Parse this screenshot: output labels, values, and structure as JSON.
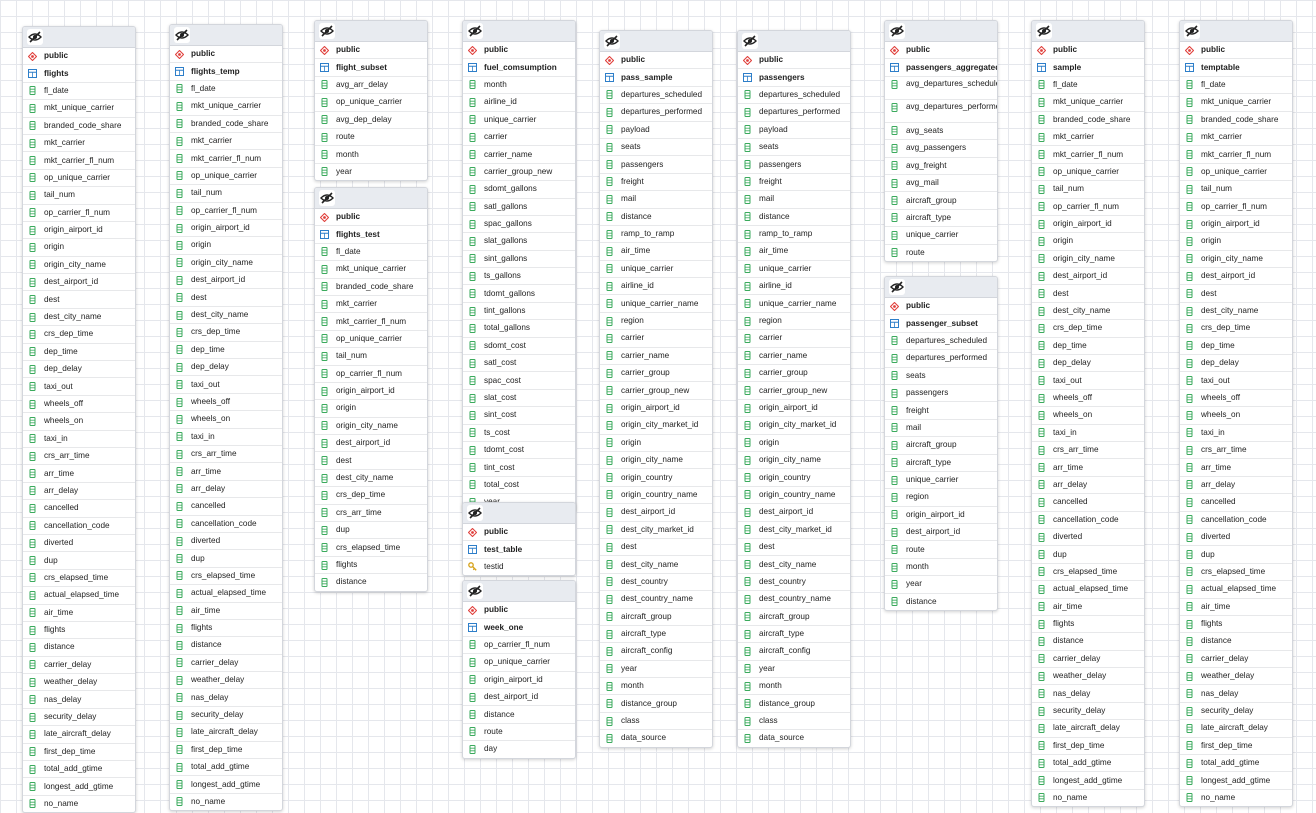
{
  "canvas": {
    "name": "ERD canvas"
  },
  "colors": {
    "schema_icon": "#e0403c",
    "table_icon": "#2d7ec9",
    "column_icon": "#3aaa5c",
    "key_icon": "#d6a21a",
    "header_bg": "#e8ebf0"
  },
  "icons": {
    "toggle": "eye-slash-icon",
    "schema": "schema-icon",
    "table": "table-icon",
    "column": "column-icon",
    "key": "key-icon"
  },
  "tables": [
    {
      "schema": "public",
      "name": "flights",
      "columns": [
        "fl_date",
        "mkt_unique_carrier",
        "branded_code_share",
        "mkt_carrier",
        "mkt_carrier_fl_num",
        "op_unique_carrier",
        "tail_num",
        "op_carrier_fl_num",
        "origin_airport_id",
        "origin",
        "origin_city_name",
        "dest_airport_id",
        "dest",
        "dest_city_name",
        "crs_dep_time",
        "dep_time",
        "dep_delay",
        "taxi_out",
        "wheels_off",
        "wheels_on",
        "taxi_in",
        "crs_arr_time",
        "arr_time",
        "arr_delay",
        "cancelled",
        "cancellation_code",
        "diverted",
        "dup",
        "crs_elapsed_time",
        "actual_elapsed_time",
        "air_time",
        "flights",
        "distance",
        "carrier_delay",
        "weather_delay",
        "nas_delay",
        "security_delay",
        "late_aircraft_delay",
        "first_dep_time",
        "total_add_gtime",
        "longest_add_gtime",
        "no_name"
      ]
    },
    {
      "schema": "public",
      "name": "flights_temp",
      "columns": [
        "fl_date",
        "mkt_unique_carrier",
        "branded_code_share",
        "mkt_carrier",
        "mkt_carrier_fl_num",
        "op_unique_carrier",
        "tail_num",
        "op_carrier_fl_num",
        "origin_airport_id",
        "origin",
        "origin_city_name",
        "dest_airport_id",
        "dest",
        "dest_city_name",
        "crs_dep_time",
        "dep_time",
        "dep_delay",
        "taxi_out",
        "wheels_off",
        "wheels_on",
        "taxi_in",
        "crs_arr_time",
        "arr_time",
        "arr_delay",
        "cancelled",
        "cancellation_code",
        "diverted",
        "dup",
        "crs_elapsed_time",
        "actual_elapsed_time",
        "air_time",
        "flights",
        "distance",
        "carrier_delay",
        "weather_delay",
        "nas_delay",
        "security_delay",
        "late_aircraft_delay",
        "first_dep_time",
        "total_add_gtime",
        "longest_add_gtime",
        "no_name"
      ]
    },
    {
      "schema": "public",
      "name": "flight_subset",
      "columns": [
        "avg_arr_delay",
        "op_unique_carrier",
        "avg_dep_delay",
        "route",
        "month",
        "year"
      ]
    },
    {
      "schema": "public",
      "name": "flights_test",
      "columns": [
        "fl_date",
        "mkt_unique_carrier",
        "branded_code_share",
        "mkt_carrier",
        "mkt_carrier_fl_num",
        "op_unique_carrier",
        "tail_num",
        "op_carrier_fl_num",
        "origin_airport_id",
        "origin",
        "origin_city_name",
        "dest_airport_id",
        "dest",
        "dest_city_name",
        "crs_dep_time",
        "crs_arr_time",
        "dup",
        "crs_elapsed_time",
        "flights",
        "distance"
      ]
    },
    {
      "schema": "public",
      "name": "fuel_comsumption",
      "columns": [
        "month",
        "airline_id",
        "unique_carrier",
        "carrier",
        "carrier_name",
        "carrier_group_new",
        "sdomt_gallons",
        "satl_gallons",
        "spac_gallons",
        "slat_gallons",
        "sint_gallons",
        "ts_gallons",
        "tdomt_gallons",
        "tint_gallons",
        "total_gallons",
        "sdomt_cost",
        "satl_cost",
        "spac_cost",
        "slat_cost",
        "sint_cost",
        "ts_cost",
        "tdomt_cost",
        "tint_cost",
        "total_cost",
        "year"
      ]
    },
    {
      "schema": "public",
      "name": "test_table",
      "columns": [
        "testid"
      ]
    },
    {
      "schema": "public",
      "name": "week_one",
      "columns": [
        "op_carrier_fl_num",
        "op_unique_carrier",
        "origin_airport_id",
        "dest_airport_id",
        "distance",
        "route",
        "day"
      ]
    },
    {
      "schema": "public",
      "name": "pass_sample",
      "columns": [
        "departures_scheduled",
        "departures_performed",
        "payload",
        "seats",
        "passengers",
        "freight",
        "mail",
        "distance",
        "ramp_to_ramp",
        "air_time",
        "unique_carrier",
        "airline_id",
        "unique_carrier_name",
        "region",
        "carrier",
        "carrier_name",
        "carrier_group",
        "carrier_group_new",
        "origin_airport_id",
        "origin_city_market_id",
        "origin",
        "origin_city_name",
        "origin_country",
        "origin_country_name",
        "dest_airport_id",
        "dest_city_market_id",
        "dest",
        "dest_city_name",
        "dest_country",
        "dest_country_name",
        "aircraft_group",
        "aircraft_type",
        "aircraft_config",
        "year",
        "month",
        "distance_group",
        "class",
        "data_source"
      ]
    },
    {
      "schema": "public",
      "name": "passengers",
      "columns": [
        "departures_scheduled",
        "departures_performed",
        "payload",
        "seats",
        "passengers",
        "freight",
        "mail",
        "distance",
        "ramp_to_ramp",
        "air_time",
        "unique_carrier",
        "airline_id",
        "unique_carrier_name",
        "region",
        "carrier",
        "carrier_name",
        "carrier_group",
        "carrier_group_new",
        "origin_airport_id",
        "origin_city_market_id",
        "origin",
        "origin_city_name",
        "origin_country",
        "origin_country_name",
        "dest_airport_id",
        "dest_city_market_id",
        "dest",
        "dest_city_name",
        "dest_country",
        "dest_country_name",
        "aircraft_group",
        "aircraft_type",
        "aircraft_config",
        "year",
        "month",
        "distance_group",
        "class",
        "data_source"
      ]
    },
    {
      "schema": "public",
      "name": "passengers_aggregated",
      "columns": [
        "avg_departures_scheduled",
        "avg_departures_performed",
        "avg_seats",
        "avg_passengers",
        "avg_freight",
        "avg_mail",
        "aircraft_group",
        "aircraft_type",
        "unique_carrier",
        "route"
      ]
    },
    {
      "schema": "public",
      "name": "passenger_subset",
      "columns": [
        "departures_scheduled",
        "departures_performed",
        "seats",
        "passengers",
        "freight",
        "mail",
        "aircraft_group",
        "aircraft_type",
        "unique_carrier",
        "region",
        "origin_airport_id",
        "dest_airport_id",
        "route",
        "month",
        "year",
        "distance"
      ]
    },
    {
      "schema": "public",
      "name": "sample",
      "columns": [
        "fl_date",
        "mkt_unique_carrier",
        "branded_code_share",
        "mkt_carrier",
        "mkt_carrier_fl_num",
        "op_unique_carrier",
        "tail_num",
        "op_carrier_fl_num",
        "origin_airport_id",
        "origin",
        "origin_city_name",
        "dest_airport_id",
        "dest",
        "dest_city_name",
        "crs_dep_time",
        "dep_time",
        "dep_delay",
        "taxi_out",
        "wheels_off",
        "wheels_on",
        "taxi_in",
        "crs_arr_time",
        "arr_time",
        "arr_delay",
        "cancelled",
        "cancellation_code",
        "diverted",
        "dup",
        "crs_elapsed_time",
        "actual_elapsed_time",
        "air_time",
        "flights",
        "distance",
        "carrier_delay",
        "weather_delay",
        "nas_delay",
        "security_delay",
        "late_aircraft_delay",
        "first_dep_time",
        "total_add_gtime",
        "longest_add_gtime",
        "no_name"
      ]
    },
    {
      "schema": "public",
      "name": "temptable",
      "columns": [
        "fl_date",
        "mkt_unique_carrier",
        "branded_code_share",
        "mkt_carrier",
        "mkt_carrier_fl_num",
        "op_unique_carrier",
        "tail_num",
        "op_carrier_fl_num",
        "origin_airport_id",
        "origin",
        "origin_city_name",
        "dest_airport_id",
        "dest",
        "dest_city_name",
        "crs_dep_time",
        "dep_time",
        "dep_delay",
        "taxi_out",
        "wheels_off",
        "wheels_on",
        "taxi_in",
        "crs_arr_time",
        "arr_time",
        "arr_delay",
        "cancelled",
        "cancellation_code",
        "diverted",
        "dup",
        "crs_elapsed_time",
        "actual_elapsed_time",
        "air_time",
        "flights",
        "distance",
        "carrier_delay",
        "weather_delay",
        "nas_delay",
        "security_delay",
        "late_aircraft_delay",
        "first_dep_time",
        "total_add_gtime",
        "longest_add_gtime",
        "no_name"
      ]
    }
  ]
}
